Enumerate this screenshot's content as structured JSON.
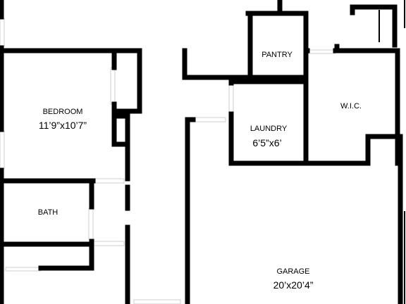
{
  "rooms": {
    "pantry": {
      "name": "PANTRY"
    },
    "bedroom": {
      "name": "BEDROOM",
      "size": "11’9”x10’7”"
    },
    "wic": {
      "name": "W.I.C."
    },
    "laundry": {
      "name": "LAUNDRY",
      "size": "6’5”x6’"
    },
    "bath": {
      "name": "BATH"
    },
    "garage": {
      "name": "GARAGE",
      "size": "20’x20’4”"
    }
  },
  "colors": {
    "wall": "#000000",
    "background": "#ffffff",
    "opening": "#cfcfcf"
  }
}
